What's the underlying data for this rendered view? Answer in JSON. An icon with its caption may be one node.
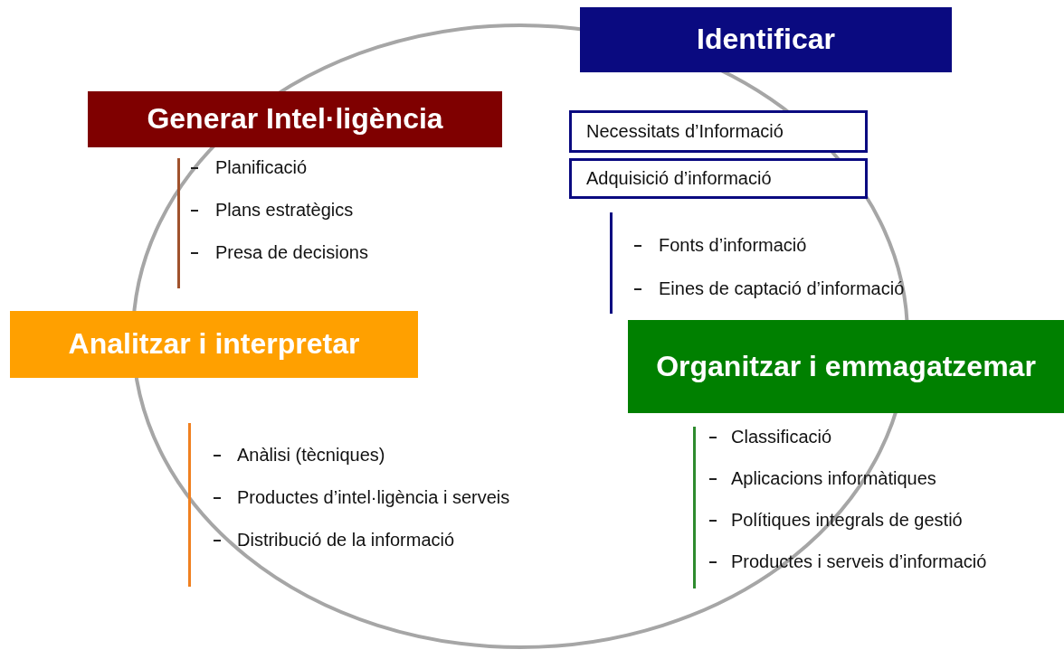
{
  "diagram": {
    "nodes": [
      {
        "text": [
          "Identificar"
        ]
      },
      {
        "text": [
          "Generar Intel·ligència"
        ],
        "beside": [
          "Planificació",
          "Plans estratègics",
          "Presa de decisions"
        ]
      },
      {
        "text": [
          "Necessitats d’Informació"
        ]
      },
      {
        "text": [
          "Adquisició d’informació"
        ],
        "beside": [
          "Fonts d’informació",
          "Eines de captació d’informació"
        ]
      },
      {
        "text": [
          "Analitzar i interpretar"
        ],
        "beside": [
          "Anàlisi (tècniques)",
          "Productes d’intel·ligència i serveis",
          "Distribució de la informació"
        ]
      },
      {
        "text": [
          "Organitzar i emmagatzemar"
        ],
        "beside": [
          "Classificació",
          "Aplicacions informàtiques",
          "Polítiques integrals de gestió",
          "Productes i serveis d’informació"
        ]
      }
    ]
  }
}
